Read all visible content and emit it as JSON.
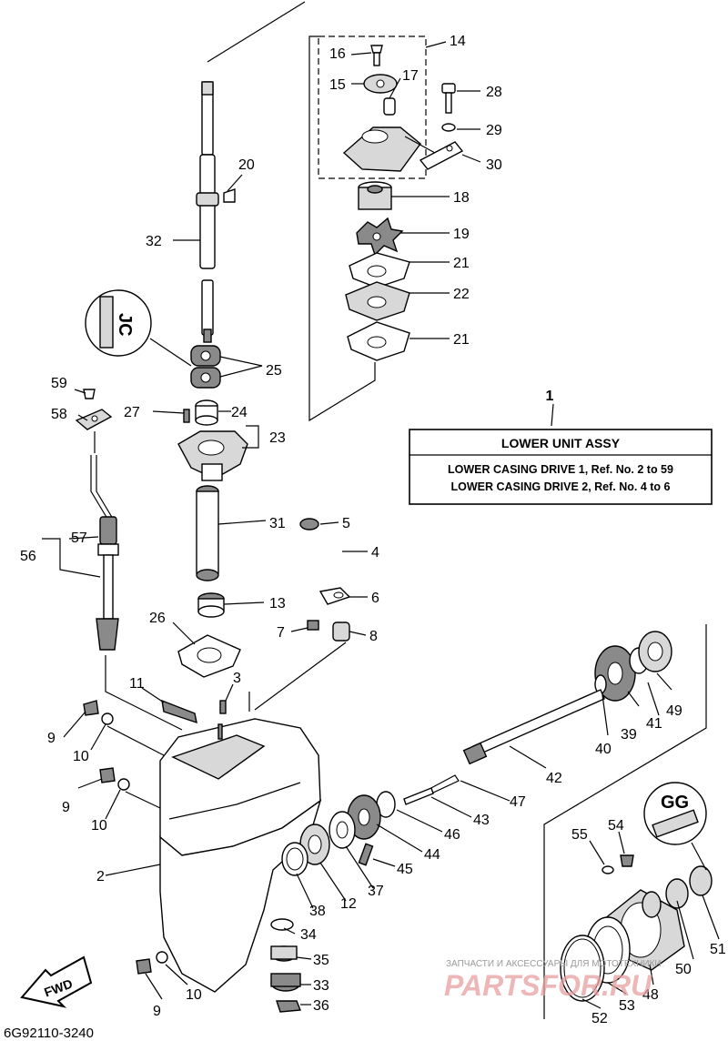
{
  "assy_box": {
    "ref": "1",
    "title": "LOWER UNIT ASSY",
    "line1": "LOWER CASING DRIVE 1, Ref. No. 2 to 59",
    "line2": "LOWER CASING DRIVE 2, Ref. No. 4 to 6"
  },
  "callouts": {
    "c2": "2",
    "c3": "3",
    "c4": "4",
    "c5": "5",
    "c6": "6",
    "c7": "7",
    "c8": "8",
    "c9a": "9",
    "c9b": "9",
    "c9c": "9",
    "c10a": "10",
    "c10b": "10",
    "c10c": "10",
    "c11": "11",
    "c12": "12",
    "c13": "13",
    "c14": "14",
    "c15": "15",
    "c16": "16",
    "c17": "17",
    "c18": "18",
    "c19": "19",
    "c20": "20",
    "c21a": "21",
    "c21b": "21",
    "c22": "22",
    "c23": "23",
    "c24": "24",
    "c25": "25",
    "c26": "26",
    "c27": "27",
    "c28": "28",
    "c29": "29",
    "c30": "30",
    "c31": "31",
    "c32": "32",
    "c33": "33",
    "c34": "34",
    "c35": "35",
    "c36": "36",
    "c37": "37",
    "c38": "38",
    "c39": "39",
    "c40": "40",
    "c41": "41",
    "c42": "42",
    "c43": "43",
    "c44": "44",
    "c45": "45",
    "c46": "46",
    "c47": "47",
    "c48": "48",
    "c49": "49",
    "c50": "50",
    "c51": "51",
    "c52": "52",
    "c53": "53",
    "c54": "54",
    "c55": "55",
    "c56": "56",
    "c57": "57",
    "c58": "58",
    "c59": "59"
  },
  "badges": {
    "fwd": "FWD",
    "bubble_top": "JC",
    "bubble_right": "GG"
  },
  "footer_code": "6G92110-3240",
  "watermark": {
    "caption": "ЗАПЧАСТИ И АКСЕССУАРЫ ДЛЯ МОТОТЕХНИКИ",
    "brand": "PARTSFOR.RU",
    "color": "#d9534f"
  }
}
